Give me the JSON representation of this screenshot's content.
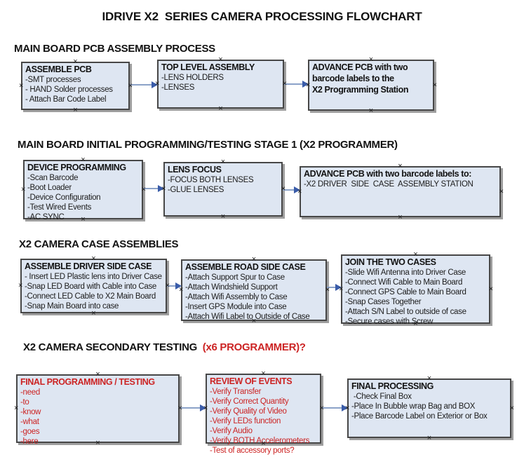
{
  "title": "IDRIVE X2  SERIES CAMERA PROCESSING FLOWCHART",
  "colors": {
    "box_fill": "#dee6f2",
    "box_border": "#474747",
    "box_shadow": "#9e9e9e",
    "arrow_line": "#8ba2c8",
    "arrow_head": "#3a5ca9",
    "red_text": "#cc2424",
    "black_text": "#121212"
  },
  "sections": [
    {
      "heading": "MAIN BOARD PCB ASSEMBLY PROCESS",
      "boxes": [
        {
          "title": "ASSEMBLE PCB",
          "items": [
            "-SMT processes",
            "- HAND Solder processes",
            "- Attach Bar Code Label"
          ]
        },
        {
          "title": "TOP LEVEL ASSEMBLY",
          "items": [
            "-LENS HOLDERS",
            "-LENSES"
          ]
        },
        {
          "title": "ADVANCE PCB with two\nbarcode labels to the\nX2 Programming Station",
          "items": []
        }
      ]
    },
    {
      "heading": "MAIN BOARD INITIAL PROGRAMMING/TESTING STAGE 1 (X2 PROGRAMMER)",
      "boxes": [
        {
          "title": "DEVICE PROGRAMMING",
          "items": [
            "-Scan Barcode",
            "-Boot Loader",
            "-Device Configuration",
            "-Test Wired Events",
            "-AC SYNC"
          ]
        },
        {
          "title": "LENS FOCUS",
          "items": [
            "-FOCUS BOTH LENSES",
            "-GLUE LENSES"
          ]
        },
        {
          "title": "ADVANCE PCB with two barcode labels to:",
          "items": [
            "-X2 DRIVER  SIDE  CASE  ASSEMBLY STATION"
          ]
        }
      ]
    },
    {
      "heading": "X2 CAMERA CASE ASSEMBLIES",
      "boxes": [
        {
          "title": "ASSEMBLE DRIVER SIDE CASE",
          "items": [
            "- Insert LED Plastic lens into Driver Case",
            "-Snap LED Board with Cable into Case",
            "-Connect LED Cable to X2 Main Board",
            "-Snap Main Board into case"
          ]
        },
        {
          "title": "ASSEMBLE ROAD SIDE CASE",
          "items": [
            "-Attach Support Spur to Case",
            "-Attach Windshield Support",
            "-Attach Wifi Assembly to Case",
            "-Insert GPS Module into Case",
            "-Attach Wifi Label to Outside of Case"
          ]
        },
        {
          "title": "JOIN THE TWO CASES",
          "items": [
            "-Slide Wifi Antenna into Driver Case",
            "-Connect Wifi Cable to Main Board",
            "-Connect GPS Cable to Main Board",
            "-Snap Cases Together",
            "-Attach S/N Label to outside of case",
            "-Secure cases with Screw"
          ]
        }
      ]
    },
    {
      "heading": "X2 CAMERA SECONDARY TESTING ",
      "heading_red": " (x6 PROGRAMMER)?",
      "boxes": [
        {
          "title": "FINAL PROGRAMMING / TESTING",
          "items": [
            "-need",
            "-to",
            "-know",
            "-what",
            "-goes",
            "-here"
          ]
        },
        {
          "title": "REVIEW OF EVENTS",
          "items": [
            "-Verify Transfer",
            "-Verify Correct Quantity",
            "-Verify Quality of Video",
            "-Verify LEDs function",
            "-Verify Audio",
            "-Verify BOTH Accelerometers",
            "-Test of accessory ports?"
          ]
        },
        {
          "title": "FINAL PROCESSING",
          "items": [
            " -Check Final Box",
            "-Place In Bubble wrap Bag and BOX",
            "-Place Barcode Label on Exterior or Box"
          ]
        }
      ]
    }
  ],
  "handle_glyph": "×"
}
